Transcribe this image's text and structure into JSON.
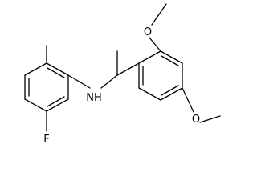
{
  "molecule": {
    "atom_labels": {
      "nh": "NH",
      "fluorine": "F",
      "oxygen_top": "O",
      "oxygen_bottom": "O"
    },
    "colors": {
      "bond": "#000000",
      "background": "#ffffff"
    }
  }
}
